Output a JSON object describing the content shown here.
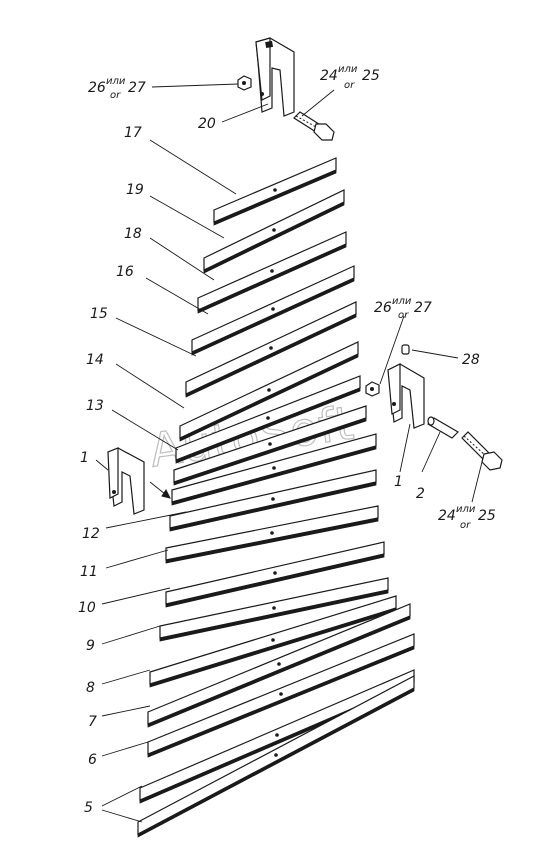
{
  "watermark": "AutoSoft",
  "labels": {
    "l17": "17",
    "l19": "19",
    "l18": "18",
    "l16": "16",
    "l15": "15",
    "l14": "14",
    "l13": "13",
    "l1a": "1",
    "l12": "12",
    "l11": "11",
    "l10": "10",
    "l9": "9",
    "l8": "8",
    "l7": "7",
    "l6": "6",
    "l5": "5",
    "l20": "20",
    "l28": "28",
    "l1b": "1",
    "l2": "2"
  },
  "compound": {
    "top_left": {
      "a": "26",
      "ili": "или",
      "or": "or",
      "b": "27"
    },
    "top_right": {
      "a": "24",
      "ili": "или",
      "or": "or",
      "b": "25"
    },
    "mid": {
      "a": "26",
      "ili": "или",
      "or": "or",
      "b": "27"
    },
    "bottom": {
      "a": "24",
      "ili": "или",
      "or": "or",
      "b": "25"
    }
  }
}
